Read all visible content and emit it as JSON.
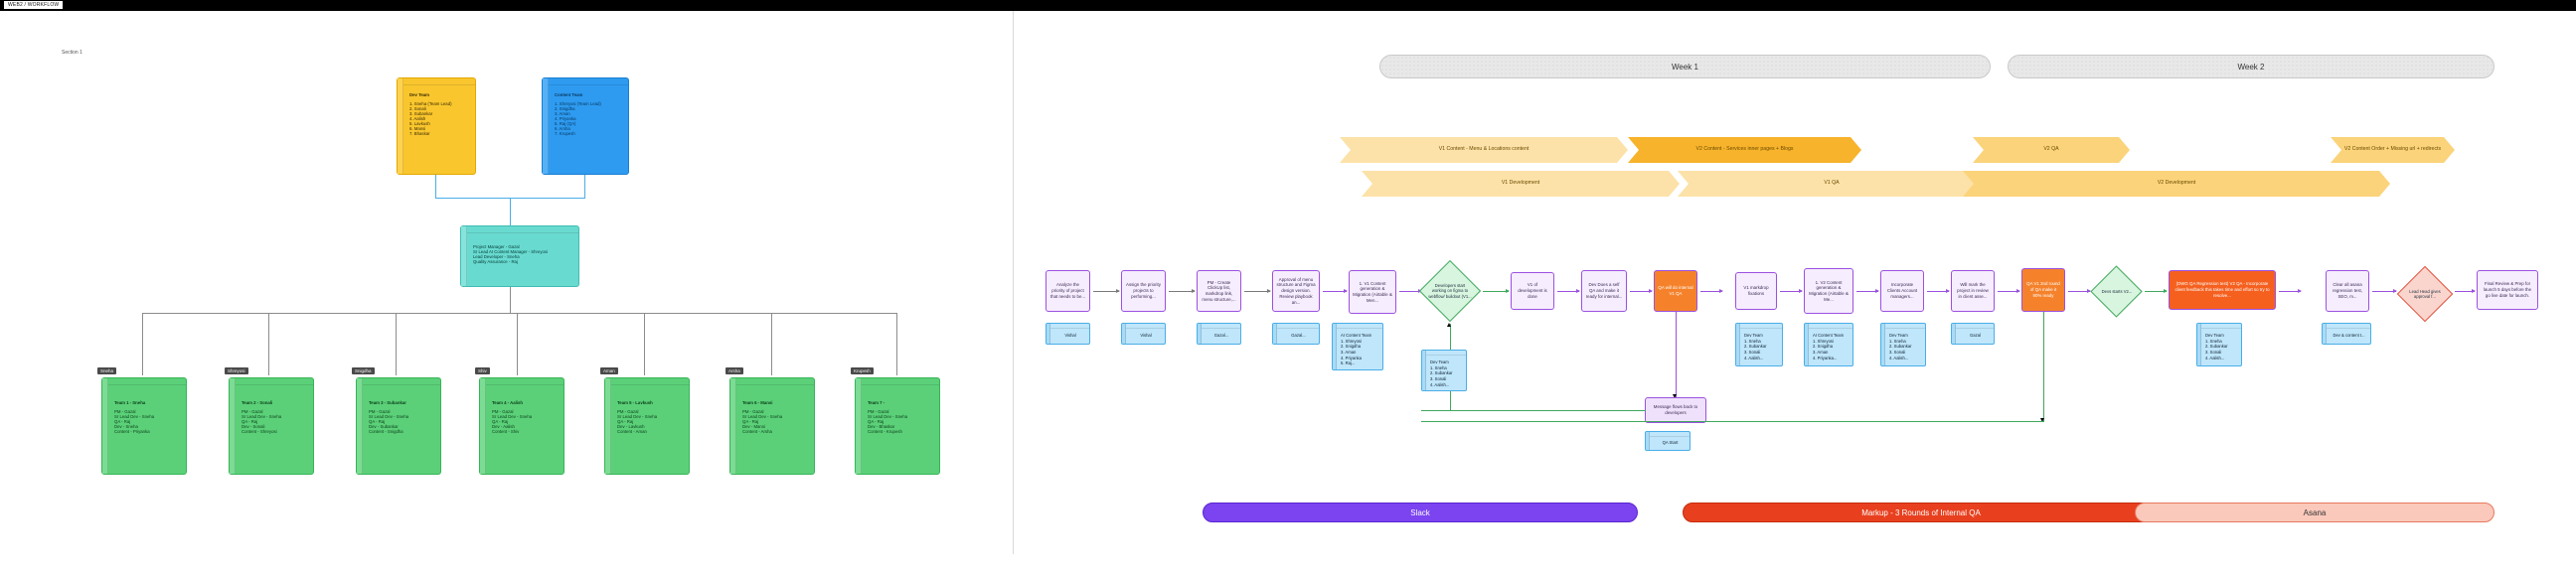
{
  "topbar": {
    "label": "WEB2 / WORKFLOW"
  },
  "left": {
    "section_label": "Section 1",
    "dev_team": {
      "title": "Dev Team",
      "members": [
        "1. Sneha (Team Lead)",
        "2. Sonali",
        "3. Subankar",
        "4. Aalish",
        "5. Lavkush",
        "6. Mansi",
        "7. Bhaskar"
      ]
    },
    "content_team": {
      "title": "Content Team",
      "members": [
        "1. Shreyosi (Team Lead)",
        "2. Snigdha",
        "3. Aman",
        "4. Priyanka",
        "5. Raj (QA)",
        "6. Arsha",
        "7. Krupesh"
      ]
    },
    "leadership": {
      "lines": [
        "Project Manager - Gazal",
        "Sr Lead AI Content Manager - Shreyosi",
        "Lead Developer - Sneha",
        "Quality Assurance - Raj"
      ]
    },
    "teams": [
      {
        "tag": "Sneha",
        "title": "Team 1 - Sneha",
        "lines": [
          "PM - Gazal",
          "Sr Lead Dev - Sneha",
          "QA - Raj",
          "Dev - Sneha",
          "Content - Priyanka"
        ]
      },
      {
        "tag": "Shreyosi",
        "title": "Team 2 - Sonali",
        "lines": [
          "PM - Gazal",
          "Sr Lead Dev - Sneha",
          "QA - Raj",
          "Dev - Sonali",
          "Content - Shreyosi"
        ]
      },
      {
        "tag": "Snigdha",
        "title": "Team 3 - Subankar",
        "lines": [
          "PM - Gazal",
          "Sr Lead Dev - Sneha",
          "QA - Raj",
          "Dev - Subankar",
          "Content - Snigdha"
        ]
      },
      {
        "tag": "Shiv",
        "title": "Team 4 - Aalish",
        "lines": [
          "PM - Gazal",
          "Sr Lead Dev - Sneha",
          "QA - Raj",
          "Dev - Aalish",
          "Content - Shiv"
        ]
      },
      {
        "tag": "Aman",
        "title": "Team 5 - Lavkush",
        "lines": [
          "PM - Gazal",
          "Sr Lead Dev - Sneha",
          "QA - Raj",
          "Dev - Lavkush",
          "Content - Aman"
        ]
      },
      {
        "tag": "Arsha",
        "title": "Team 6 - Mansi",
        "lines": [
          "PM - Gazal",
          "Sr Lead Dev - Sneha",
          "QA - Raj",
          "Dev - Mansi",
          "Content - Arsha"
        ]
      },
      {
        "tag": "Krupesh",
        "title": "Team 7 -",
        "lines": [
          "PM - Gazal",
          "Sr Lead Dev - Sneha",
          "QA - Raj",
          "Dev - Bhaskar",
          "Content - Krupesh"
        ]
      }
    ]
  },
  "right": {
    "weeks": [
      {
        "label": "Week 1"
      },
      {
        "label": "Week 2"
      }
    ],
    "chevrons": [
      {
        "label": "V1 Content - Menu & Locations content",
        "tone": "pale"
      },
      {
        "label": "V2 Content - Services inner pages + Blogs",
        "tone": "deep"
      },
      {
        "label": "V2 QA",
        "tone": "mid"
      },
      {
        "label": "V2 Content Order + Missing url + redirects",
        "tone": "mid"
      },
      {
        "label": "V1 Development",
        "tone": "pale"
      },
      {
        "label": "V1 QA",
        "tone": "pale"
      },
      {
        "label": "V2 Development",
        "tone": "mid"
      }
    ],
    "nodes": [
      {
        "text": "Analyze the priority of project that needs to be..."
      },
      {
        "text": "Assign the priority projects to performing..."
      },
      {
        "text": "PM - Create ClickUp list, markdrop link, menu structure,..."
      },
      {
        "text": "Approval of menu structure and Figma design version. Review playbook an..."
      },
      {
        "text": "1. V1 Content generation & Migration (Airtable & Men..."
      },
      {
        "text": "V1 of development is done"
      },
      {
        "text": "Dev Does a self QA and make it ready for internal..."
      },
      {
        "text": "QA will do internal V1 QA"
      },
      {
        "text": "V1 markdrop fixations"
      },
      {
        "text": "1. V2 Content generation & Migration (Airtable & Me..."
      },
      {
        "text": "Incorporate Clients Account managers..."
      },
      {
        "text": "Will mark the project in review in client asse..."
      },
      {
        "text": "QA V1 2nd round of QA make it 90% ready"
      },
      {
        "text": "(DWG QA Regression test) V2 QA - Incorporate client feedback this takes time and effort so try to resolve..."
      },
      {
        "text": "Clear all asana regression test, SEO, m..."
      },
      {
        "text": "Final Review & Prep for launch 5 days before the go live date for launch."
      }
    ],
    "diamonds": [
      {
        "text": "Developers start working on figma to webflow/ buildout (V1..."
      },
      {
        "text": "Devs starts V2..."
      },
      {
        "text": "Lead Head gives approval f...",
        "tone": "red"
      }
    ],
    "minis": [
      {
        "text": "Vishal"
      },
      {
        "text": "Vishal"
      },
      {
        "text": "Gazal..."
      },
      {
        "text": "Gazal..."
      },
      {
        "title": "AI Content Team",
        "lines": [
          "1. Shreyosi",
          "2. Snigdha",
          "3. Aman",
          "4. Priyanka",
          "5. Raj..."
        ]
      },
      {
        "title": "Dev Team",
        "lines": [
          "1. Sneha",
          "2. Subankar",
          "3. Sonali",
          "4. Aalish..."
        ]
      },
      {
        "title": "AI Content Team",
        "lines": [
          "1. Shreyosi",
          "2. Snigdha",
          "3. Aman",
          "4. Priyanka..."
        ]
      },
      {
        "title": "Dev Team",
        "lines": [
          "1. Sneha",
          "2. Subankar",
          "3. Sonali",
          "4. Aalish..."
        ]
      },
      {
        "text": "Gazal"
      },
      {
        "title": "Dev Team",
        "lines": [
          "1. Sneha",
          "2. Subankar",
          "3. Sonali",
          "4. Aalish..."
        ]
      },
      {
        "text": "Dev & content t..."
      },
      {
        "title": "Dev Team",
        "lines": [
          "1. Sneha",
          "2. Subankar",
          "3. Sonali",
          "4. Aalish..."
        ]
      },
      {
        "text": "QA Start"
      }
    ],
    "branch_node": {
      "text": "Message flows back to developers"
    },
    "pills": [
      {
        "label": "Slack",
        "tone": "slack"
      },
      {
        "label": "Markup - 3 Rounds of Internal QA",
        "tone": "markup"
      },
      {
        "label": "Asana",
        "tone": "asana"
      }
    ]
  }
}
